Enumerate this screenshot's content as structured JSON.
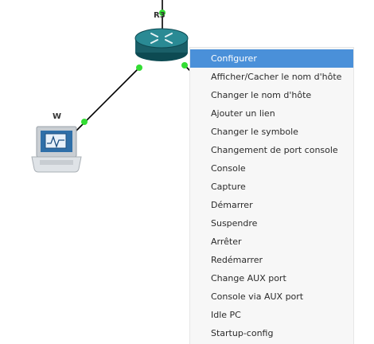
{
  "topology": {
    "nodes": [
      {
        "id": "r3",
        "label": "R3",
        "icon": "router-icon"
      },
      {
        "id": "w",
        "label": "W",
        "icon": "vpcs-laptop-icon"
      }
    ]
  },
  "colors": {
    "link": "#000000",
    "port_status_up": "#33dd33",
    "router_body": "#1f6b75",
    "menu_highlight": "#4a90d9",
    "menu_background": "#f7f7f7"
  },
  "context_menu": {
    "highlighted_index": 0,
    "items": [
      {
        "label": "Configurer"
      },
      {
        "label": "Afficher/Cacher le nom d'hôte"
      },
      {
        "label": "Changer le nom d'hôte"
      },
      {
        "label": "Ajouter un lien"
      },
      {
        "label": "Changer le symbole"
      },
      {
        "label": "Changement de port console"
      },
      {
        "label": "Console"
      },
      {
        "label": "Capture"
      },
      {
        "label": "Démarrer"
      },
      {
        "label": "Suspendre"
      },
      {
        "label": "Arrêter"
      },
      {
        "label": "Redémarrer"
      },
      {
        "label": "Change AUX port"
      },
      {
        "label": "Console via AUX port"
      },
      {
        "label": "Idle PC"
      },
      {
        "label": "Startup-config"
      }
    ]
  }
}
